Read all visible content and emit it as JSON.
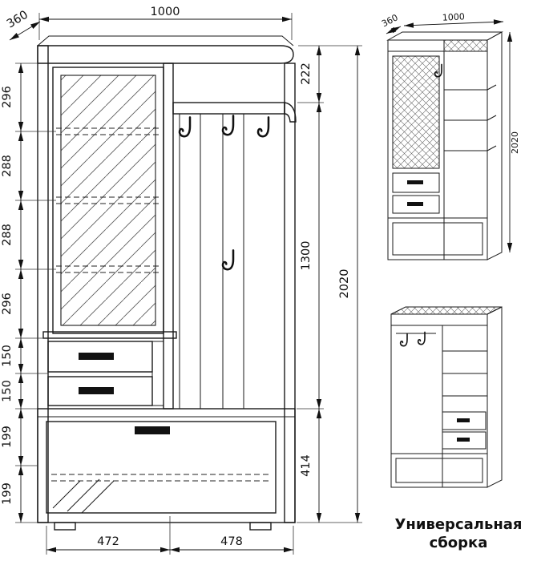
{
  "front_view": {
    "dims": {
      "width_top": "1000",
      "depth_top": "360",
      "left_chain": [
        "296",
        "288",
        "288",
        "296",
        "150",
        "150",
        "199",
        "199"
      ],
      "right_chain": [
        "222",
        "1300",
        "414"
      ],
      "overall_height": "2020",
      "bottom_chain": [
        "472",
        "478"
      ]
    }
  },
  "iso_view": {
    "dims": {
      "depth": "360",
      "width": "1000",
      "height": "2020"
    }
  },
  "assembly_caption": {
    "line1": "Универсальная",
    "line2": "сборка"
  },
  "colors": {
    "line": "#1a1a1a",
    "background": "#ffffff"
  }
}
